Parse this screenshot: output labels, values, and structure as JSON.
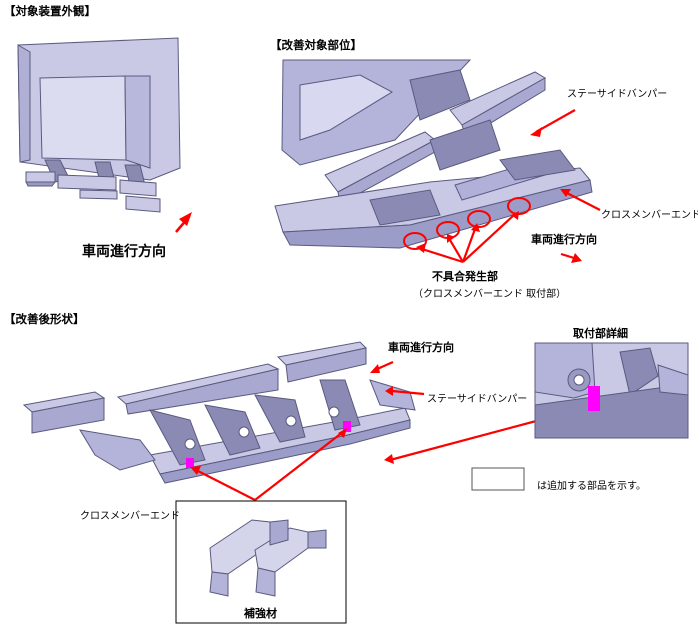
{
  "sections": {
    "exterior_title": "【対象装置外観】",
    "target_title": "【改善対象部位】",
    "after_title": "【改善後形状】"
  },
  "exterior": {
    "direction_label": "車両進行方向"
  },
  "target": {
    "stay_side_bumper": "ステーサイドバンパー",
    "crossmember_end": "クロスメンバーエンド",
    "direction_label": "車両進行方向",
    "defect_label": "不具合発生部",
    "defect_sub": "（クロスメンバーエンド 取付部）"
  },
  "after": {
    "direction_label": "車両進行方向",
    "stay_side_bumper": "ステーサイドバンパー",
    "crossmember_end": "クロスメンバーエンド",
    "detail_title": "取付部詳細",
    "legend_text": "は追加する部品を示す。",
    "reinforcement_label": "補強材"
  },
  "colors": {
    "part_fill": "#c9c9e6",
    "part_edge": "#5a5a80",
    "highlight": "#ff00ff",
    "arrow": "#ff0000"
  }
}
